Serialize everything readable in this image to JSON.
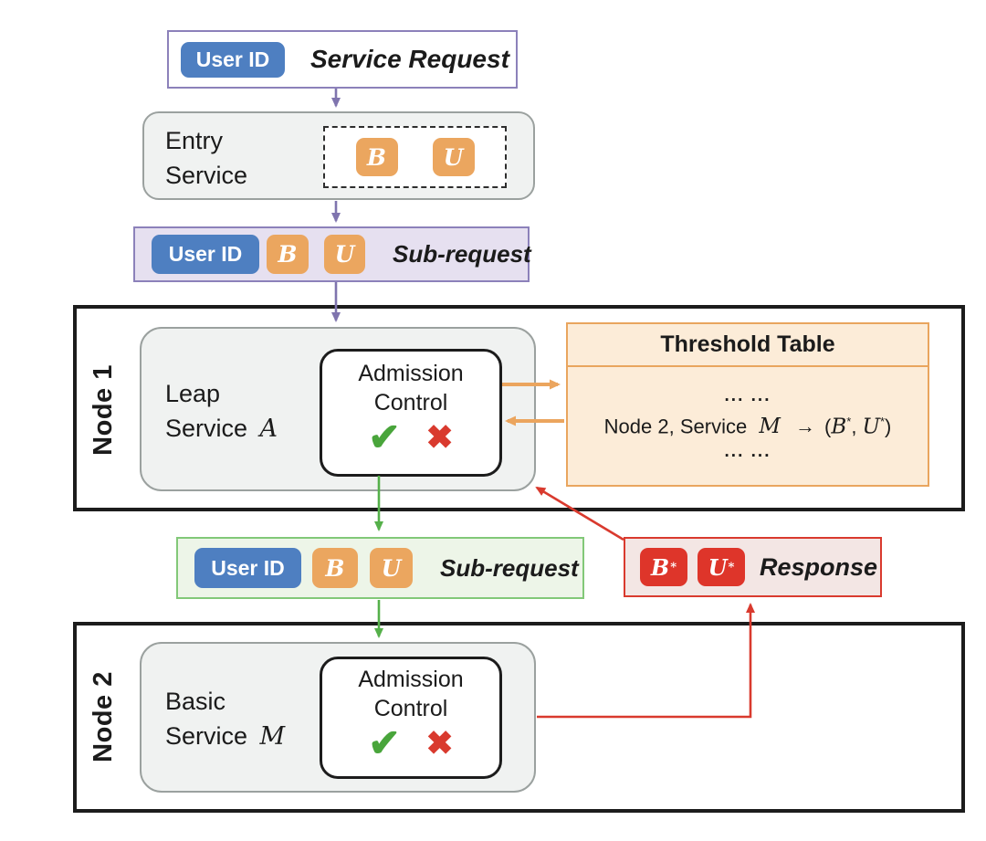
{
  "colors": {
    "purple-line": "#7f74ae",
    "purple-border": "#8c81ba",
    "purple-bg": "#e6e0f0",
    "blue": "#4e7fc1",
    "orange": "#eba65f",
    "orange-border": "#e9a55e",
    "orange-bg": "#fcecd8",
    "green-line": "#55b04a",
    "green-border": "#82c878",
    "green-bg": "#edf5e8",
    "check-green": "#49a53b",
    "red": "#d93a2e",
    "red-badge": "#de352a",
    "red-bg": "#f3e6e4",
    "box-bg": "#f0f2f1",
    "box-border": "#9ba19f",
    "node-border": "#1c1c1c",
    "text": "#1b1b1b"
  },
  "service_request": {
    "user_id": "User ID",
    "label": "Service Request"
  },
  "entry_service": {
    "title_line1": "Entry",
    "title_line2": "Service",
    "token_b": "B",
    "token_u": "U"
  },
  "sub_request_purple": {
    "user_id": "User ID",
    "token_b": "B",
    "token_u": "U",
    "label": "Sub-request"
  },
  "node1": {
    "label": "Node 1",
    "service_line1": "Leap",
    "service_line2": "Service",
    "service_var": "A",
    "admission_line1": "Admission",
    "admission_line2": "Control",
    "check": "✔",
    "cross": "✖"
  },
  "threshold_table": {
    "title": "Threshold Table",
    "ellipsis_top": "... ...",
    "rule": {
      "prefix": "Node 2, Service",
      "var": "M",
      "arrow": "→",
      "open": "(",
      "b": "B",
      "star_b": "*",
      "comma": ", ",
      "u": "U",
      "star_u": "*",
      "close": ")"
    },
    "ellipsis_bottom": "... ..."
  },
  "sub_request_green": {
    "user_id": "User ID",
    "token_b": "B",
    "token_u": "U",
    "label": "Sub-request"
  },
  "response": {
    "b": "B",
    "star_b": "*",
    "u": "U",
    "star_u": "*",
    "label": "Response"
  },
  "node2": {
    "label": "Node 2",
    "service_line1": "Basic",
    "service_line2": "Service",
    "service_var": "M",
    "admission_line1": "Admission",
    "admission_line2": "Control",
    "check": "✔",
    "cross": "✖"
  }
}
